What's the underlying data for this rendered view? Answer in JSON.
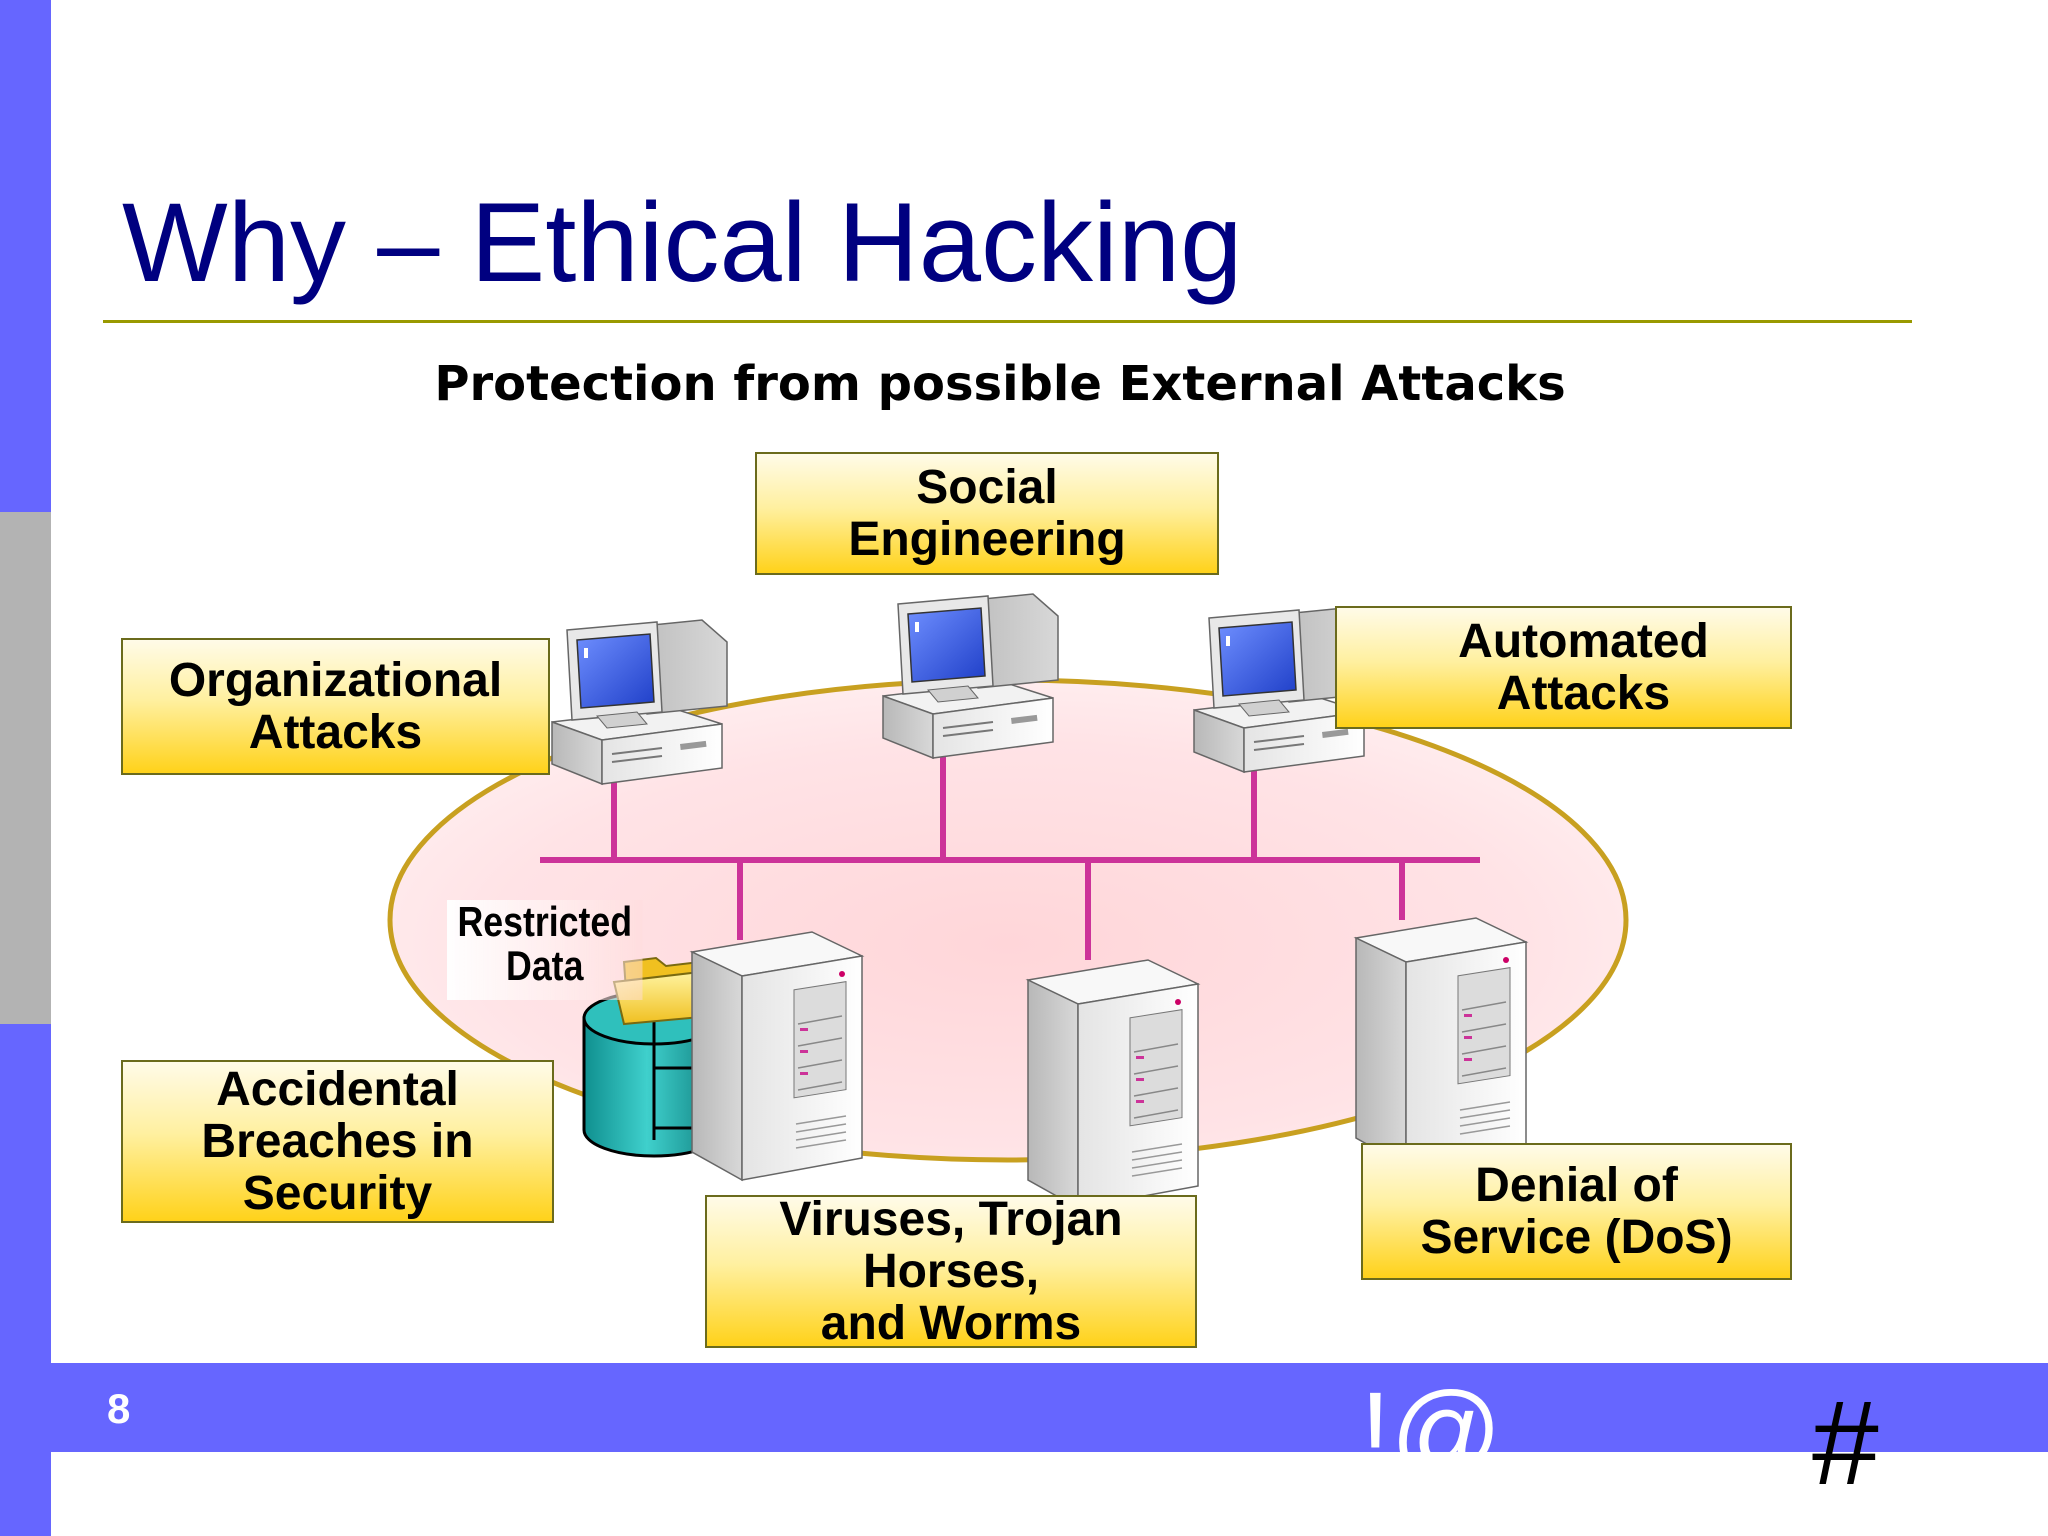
{
  "slide": {
    "title": "Why – Ethical Hacking",
    "subtitle": "Protection from possible External Attacks",
    "number": "8",
    "deco_at": "!@",
    "deco_hash": "#"
  },
  "labels": {
    "social": "Social\nEngineering",
    "organizational": "Organizational\nAttacks",
    "automated": "Automated\nAttacks",
    "accidental": "Accidental\nBreaches in\nSecurity",
    "viruses": "Viruses, Trojan\nHorses,\nand Worms",
    "dos": "Denial of\nService (DoS)",
    "restricted": "Restricted\nData"
  },
  "colors": {
    "title": "#000080",
    "accent_bar": "#6666ff",
    "sidebar_gray": "#b3b3b3",
    "rule": "#999900",
    "network_line": "#cc3399",
    "ellipse_border": "#c8a020"
  },
  "icons": {
    "workstations": "desktop-computer-icon",
    "servers": "tower-server-icon",
    "database": "database-cylinder-icon",
    "folder": "folder-icon",
    "document": "document-icon"
  }
}
